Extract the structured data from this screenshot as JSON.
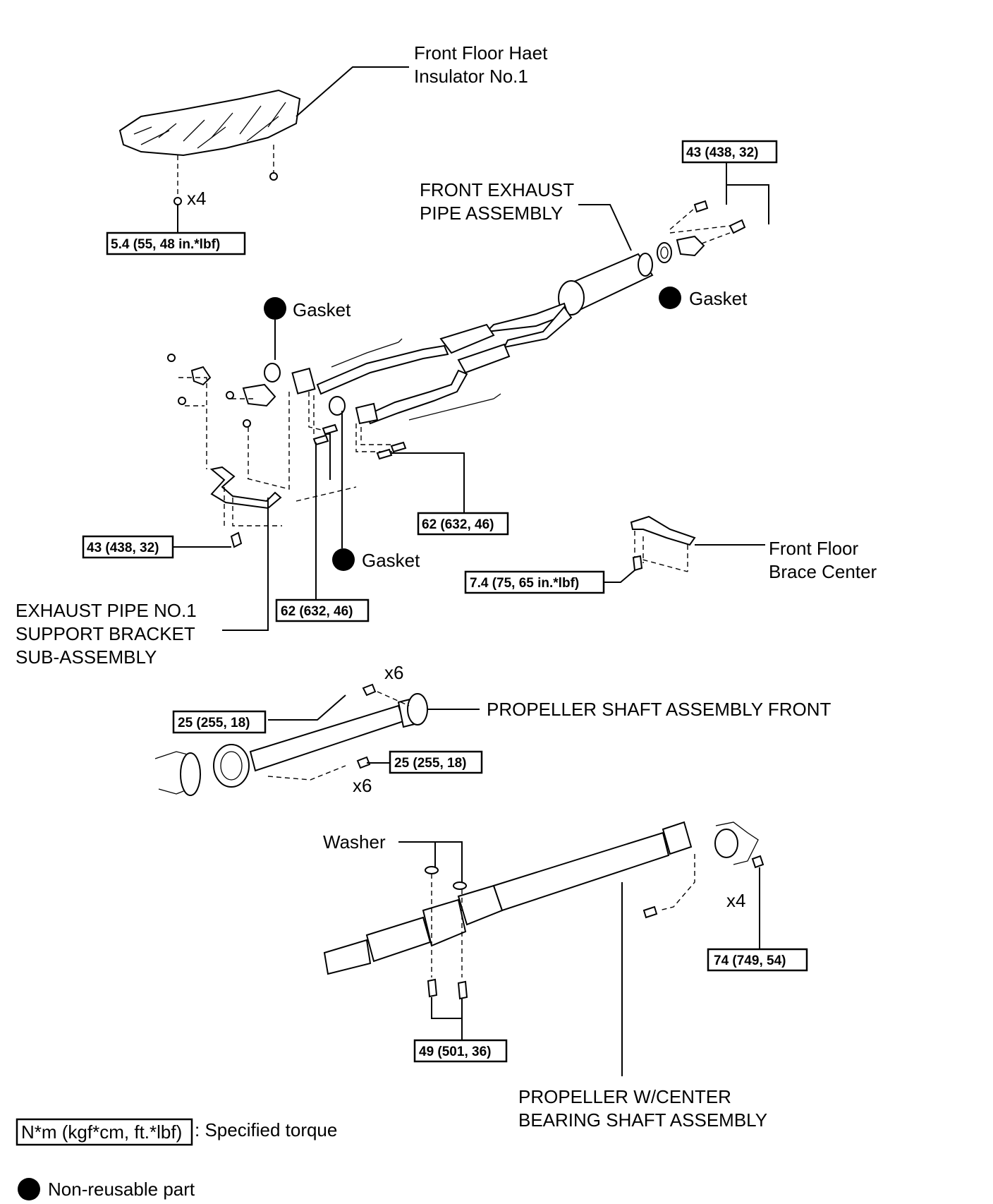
{
  "labels": {
    "heat_insulator_line1": "Front Floor Haet",
    "heat_insulator_line2": "Insulator No.1",
    "insulator_qty": "x4",
    "front_exhaust_line1": "FRONT EXHAUST",
    "front_exhaust_line2": "PIPE ASSEMBLY",
    "gasket": "Gasket",
    "front_brace_line1": "Front Floor",
    "front_brace_line2": "Brace Center",
    "support_bracket_line1": "EXHAUST PIPE NO.1",
    "support_bracket_line2": "SUPPORT BRACKET",
    "support_bracket_line3": "SUB-ASSEMBLY",
    "propeller_front": "PROPELLER SHAFT ASSEMBLY FRONT",
    "qty_x6": "x6",
    "washer": "Washer",
    "qty_x4": "x4",
    "propeller_center_line1": "PROPELLER W/CENTER",
    "propeller_center_line2": "BEARING SHAFT ASSEMBLY"
  },
  "torques": {
    "insulator": "5.4 (55, 48 in.*lbf)",
    "flange_rear": "43 (438, 32)",
    "bracket": "43 (438, 32)",
    "manifold_right": "62 (632, 46)",
    "manifold_left": "62 (632, 46)",
    "brace": "7.4 (75, 65  in.*lbf)",
    "prop_front_top": "25 (255, 18)",
    "prop_front_bottom": "25 (255, 18)",
    "rear_flange": "74 (749, 54)",
    "center_bearing": "49 (501, 36)"
  },
  "legend": {
    "torque_unit": "N*m (kgf*cm, ft.*lbf)",
    "torque_desc": ": Specified torque",
    "nonreusable_desc": "Non-reusable part"
  }
}
